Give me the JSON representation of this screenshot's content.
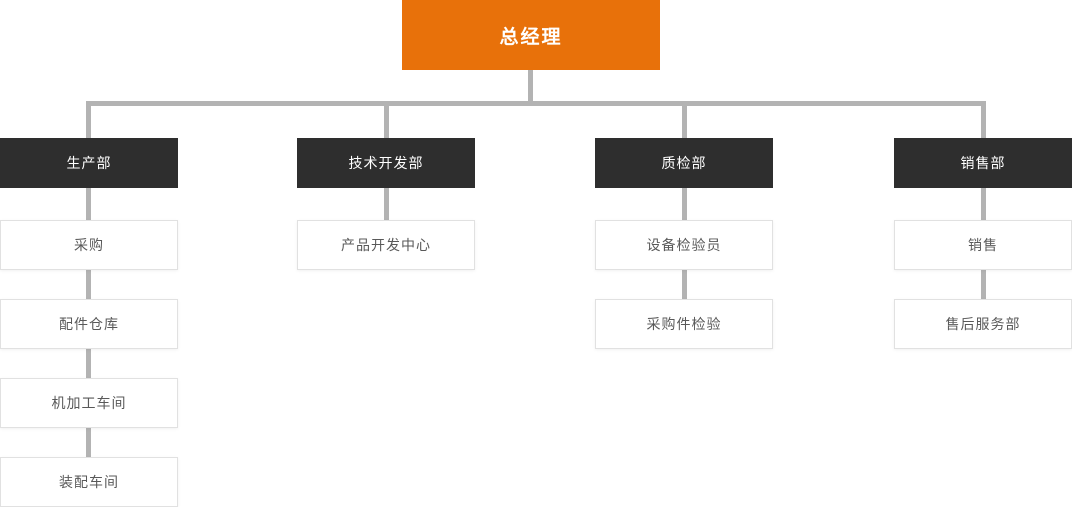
{
  "chart": {
    "type": "org-chart",
    "root": {
      "label": "总经理"
    },
    "departments": [
      {
        "label": "生产部",
        "children": [
          {
            "label": "采购"
          },
          {
            "label": "配件仓库"
          },
          {
            "label": "机加工车间"
          },
          {
            "label": "装配车间"
          }
        ]
      },
      {
        "label": "技术开发部",
        "children": [
          {
            "label": "产品开发中心"
          }
        ]
      },
      {
        "label": "质检部",
        "children": [
          {
            "label": "设备检验员"
          },
          {
            "label": "采购件检验"
          }
        ]
      },
      {
        "label": "销售部",
        "children": [
          {
            "label": "销售"
          },
          {
            "label": "售后服务部"
          }
        ]
      }
    ]
  },
  "colors": {
    "root_bg": "#e8710a",
    "root_text": "#ffffff",
    "dept_bg": "#2e2e2e",
    "dept_text": "#ffffff",
    "child_bg": "#ffffff",
    "child_border": "#e1e1e1",
    "child_text": "#595959",
    "connector": "#b3b3b3"
  }
}
